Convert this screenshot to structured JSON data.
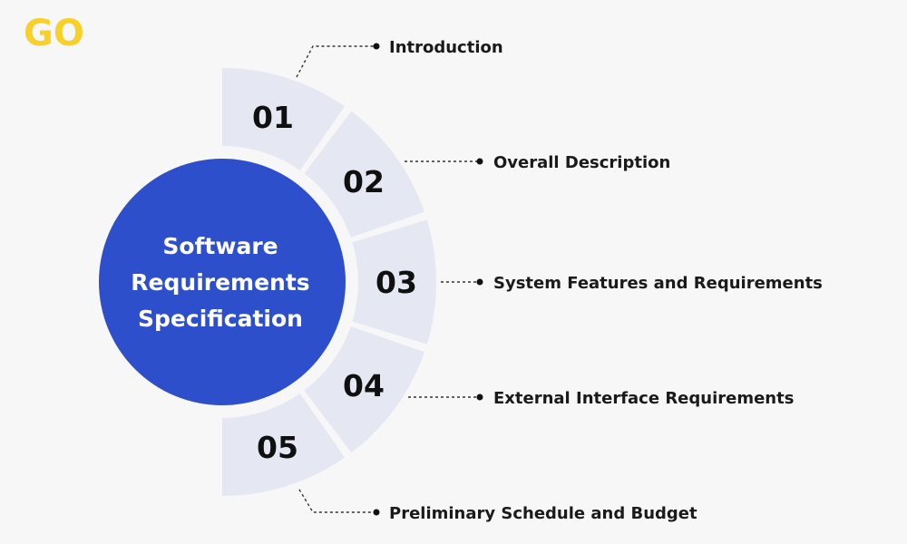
{
  "logo": {
    "text": "GO",
    "color": "#f7d02a"
  },
  "center": {
    "lines": [
      "Software",
      "Requirements",
      "Specification"
    ],
    "color": "#2e4fcb"
  },
  "segment_color": "#e5e7f2",
  "items": [
    {
      "number": "01",
      "label": "Introduction"
    },
    {
      "number": "02",
      "label": "Overall Description"
    },
    {
      "number": "03",
      "label": "System Features and Requirements"
    },
    {
      "number": "04",
      "label": "External Interface Requirements"
    },
    {
      "number": "05",
      "label": "Preliminary Schedule and Budget"
    }
  ]
}
